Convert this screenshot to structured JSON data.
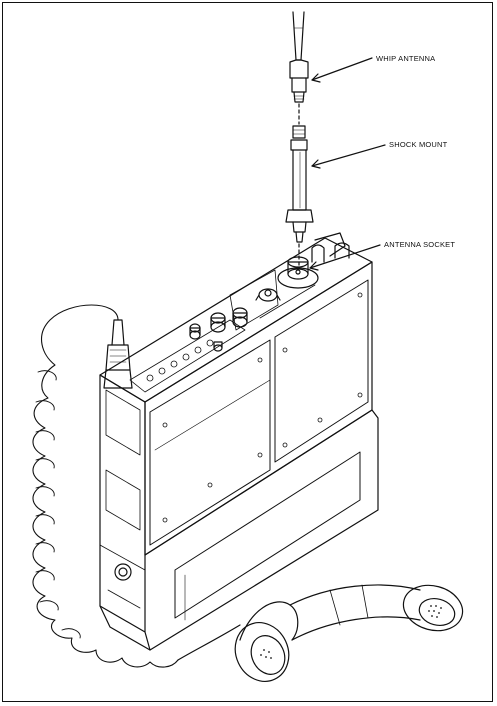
{
  "labels": {
    "whip_antenna": "WHIP ANTENNA",
    "shock_mount": "SHOCK MOUNT",
    "antenna_socket": "ANTENNA SOCKET"
  },
  "colors": {
    "ink": "#111111",
    "paper": "#ffffff"
  }
}
